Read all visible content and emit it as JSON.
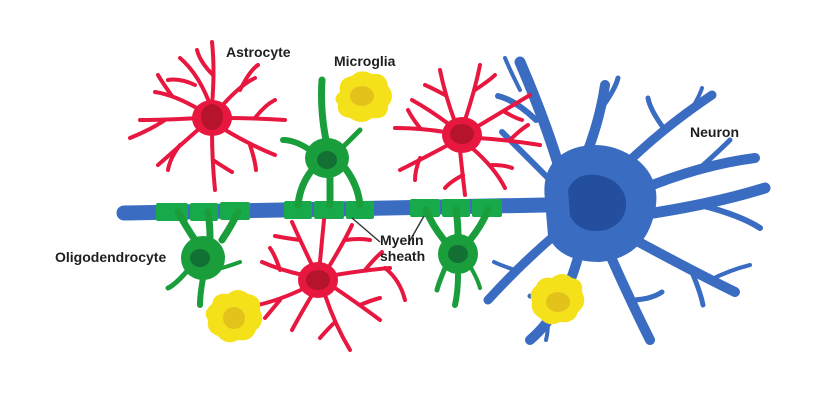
{
  "labels": {
    "astrocyte": "Astrocyte",
    "microglia": "Microglia",
    "neuron": "Neuron",
    "oligodendrocyte": "Oligodendrocyte",
    "myelin_line1": "Myelin",
    "myelin_line2": "sheath"
  },
  "colors": {
    "astrocyte": "#e8173f",
    "astrocyte_nucleus": "#b5142c",
    "microglia": "#f5e11a",
    "microglia_nucleus": "#e3c21c",
    "oligodendrocyte": "#1a9e3c",
    "oligodendrocyte_nucleus": "#137035",
    "myelin": "#17a94a",
    "neuron": "#3a6cc2",
    "neuron_nucleus": "#244f9e",
    "label_line": "#333333"
  }
}
